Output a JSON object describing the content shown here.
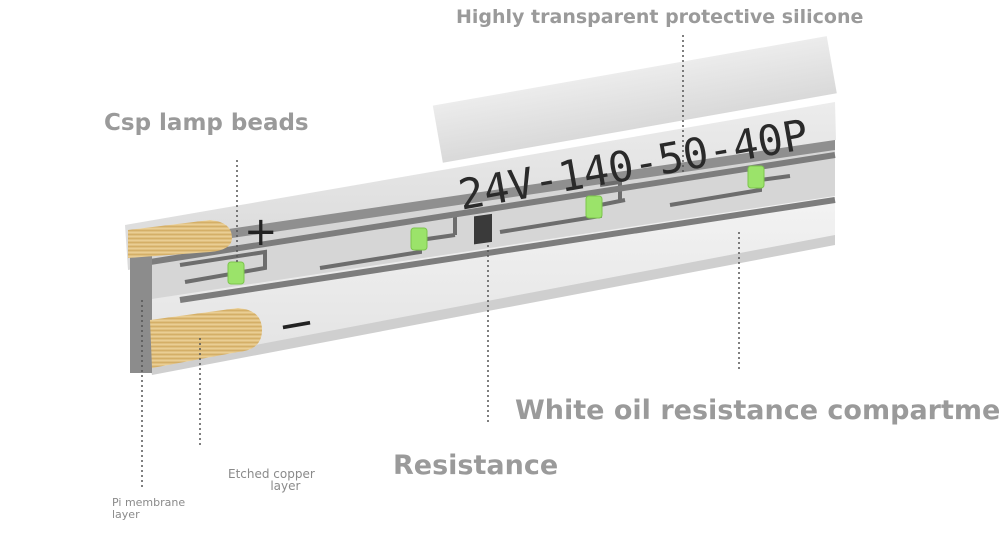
{
  "strip": {
    "print_text": "24V-140-50-40P",
    "plus_sign": "+",
    "minus_sign": "−"
  },
  "labels": {
    "silicone": "Highly transparent protective silicone",
    "csp": "Csp lamp beads",
    "white_oil": "White oil resistance compartment",
    "resistance": "Resistance",
    "copper_line1": "Etched copper",
    "copper_line2": "layer",
    "pi_line1": "Pi membrane",
    "pi_line2": "layer"
  },
  "colors": {
    "label": "#9a9a9a",
    "led": "#9be36a",
    "copper": "#d9b56a",
    "silicone": "#f2f2f2",
    "pcb": "#7d7d7d"
  }
}
